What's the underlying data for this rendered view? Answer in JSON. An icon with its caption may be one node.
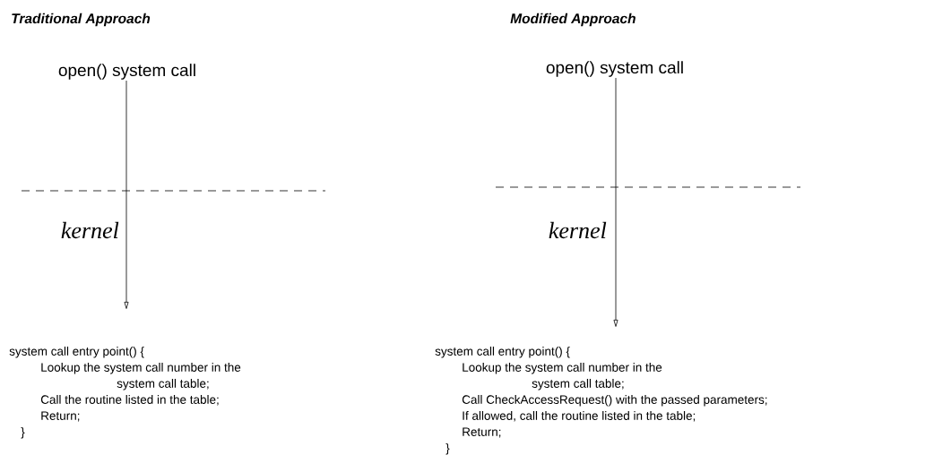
{
  "diagram": {
    "nodes": [
      {
        "text": [
          "open() system call"
        ]
      },
      {
        "text": [
          "system call entry point() {",
          "Lookup the system call number in the",
          "system call table;",
          "Call the routine listed in the table;",
          "Return;",
          "}"
        ]
      },
      {
        "text": [
          "open() system call"
        ]
      },
      {
        "text": [
          "system call entry point() {",
          "Lookup the system call number in the",
          "system call table;",
          "Call CheckAccessRequest() with the passed parameters;",
          "If allowed, call the routine listed in the table;",
          "Return;",
          "}"
        ]
      }
    ],
    "edges": [
      {
        "from": 0,
        "to": 1,
        "arrow": "to"
      },
      {
        "from": 2,
        "to": 3,
        "arrow": "to"
      }
    ],
    "labels": [
      "Traditional Approach",
      "Modified Approach",
      "kernel",
      "kernel"
    ]
  }
}
